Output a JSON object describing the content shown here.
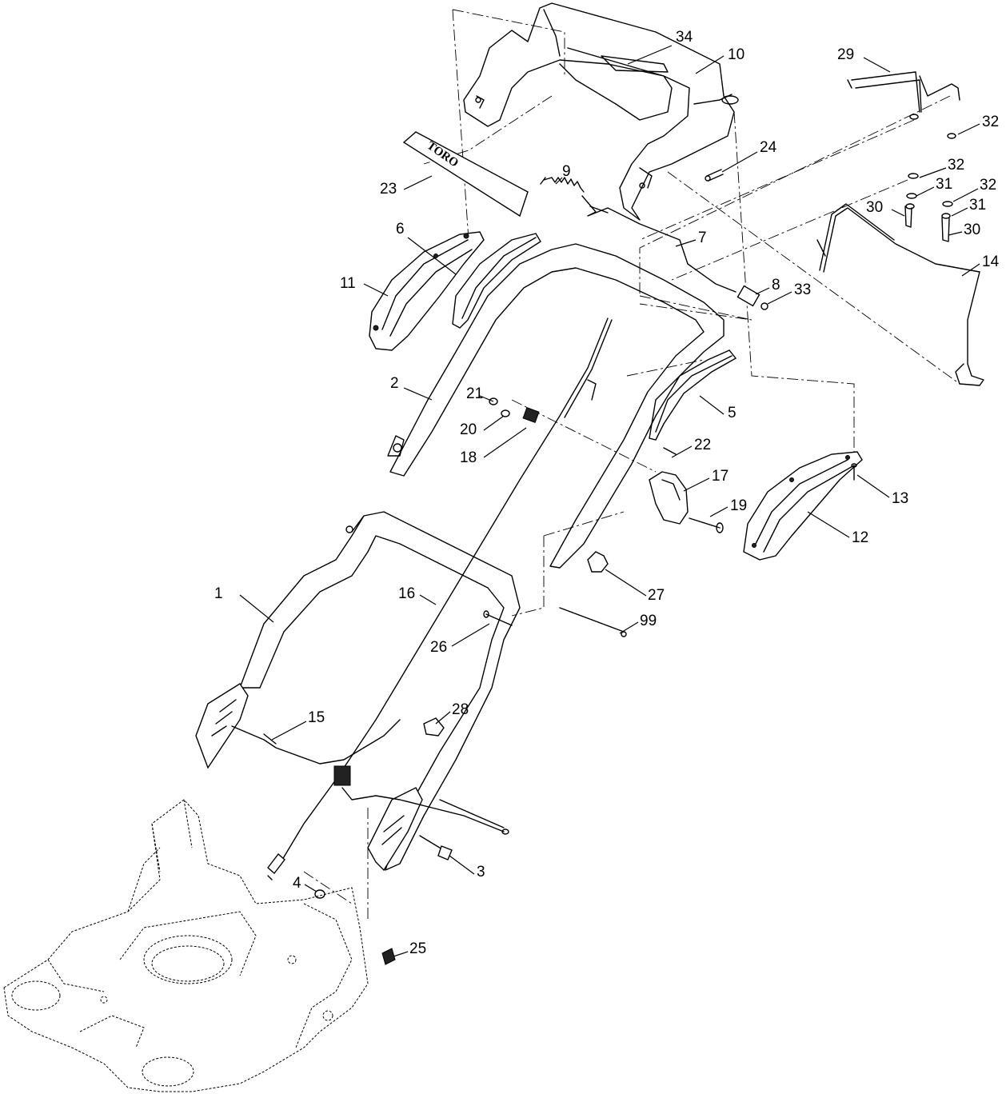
{
  "diagram": {
    "callouts": [
      {
        "id": "c34",
        "label": "34"
      },
      {
        "id": "c10",
        "label": "10"
      },
      {
        "id": "c29",
        "label": "29"
      },
      {
        "id": "c32a",
        "label": "32"
      },
      {
        "id": "c24",
        "label": "24"
      },
      {
        "id": "c9",
        "label": "9"
      },
      {
        "id": "c23",
        "label": "23"
      },
      {
        "id": "c32b",
        "label": "32"
      },
      {
        "id": "c31a",
        "label": "31"
      },
      {
        "id": "c32c",
        "label": "32"
      },
      {
        "id": "c30a",
        "label": "30"
      },
      {
        "id": "c31b",
        "label": "31"
      },
      {
        "id": "c30b",
        "label": "30"
      },
      {
        "id": "c6",
        "label": "6"
      },
      {
        "id": "c7",
        "label": "7"
      },
      {
        "id": "c14",
        "label": "14"
      },
      {
        "id": "c11",
        "label": "11"
      },
      {
        "id": "c8",
        "label": "8"
      },
      {
        "id": "c33",
        "label": "33"
      },
      {
        "id": "c2",
        "label": "2"
      },
      {
        "id": "c21",
        "label": "21"
      },
      {
        "id": "c5",
        "label": "5"
      },
      {
        "id": "c20",
        "label": "20"
      },
      {
        "id": "c18",
        "label": "18"
      },
      {
        "id": "c22",
        "label": "22"
      },
      {
        "id": "c17",
        "label": "17"
      },
      {
        "id": "c13",
        "label": "13"
      },
      {
        "id": "c19",
        "label": "19"
      },
      {
        "id": "c12",
        "label": "12"
      },
      {
        "id": "c1",
        "label": "1"
      },
      {
        "id": "c16",
        "label": "16"
      },
      {
        "id": "c27",
        "label": "27"
      },
      {
        "id": "c99",
        "label": "99"
      },
      {
        "id": "c26",
        "label": "26"
      },
      {
        "id": "c15",
        "label": "15"
      },
      {
        "id": "c28",
        "label": "28"
      },
      {
        "id": "c3",
        "label": "3"
      },
      {
        "id": "c4",
        "label": "4"
      },
      {
        "id": "c25",
        "label": "25"
      }
    ],
    "logo_text": "TORO"
  }
}
